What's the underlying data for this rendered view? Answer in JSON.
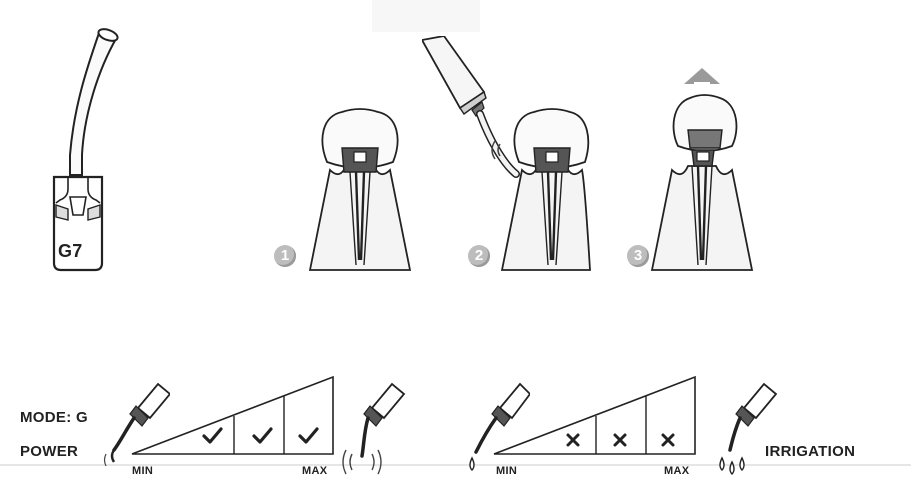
{
  "tip": {
    "label": "G7"
  },
  "steps": [
    {
      "number": "1"
    },
    {
      "number": "2"
    },
    {
      "number": "3"
    }
  ],
  "settings": {
    "mode_label": "MODE: G",
    "power_label": "POWER",
    "irrigation_label": "IRRIGATION",
    "power_scale": {
      "min_label": "MIN",
      "max_label": "MAX",
      "levels": [
        true,
        true,
        true
      ]
    },
    "irrigation_scale": {
      "min_label": "MIN",
      "max_label": "MAX",
      "levels": [
        false,
        false,
        false
      ]
    }
  },
  "colors": {
    "stroke": "#222222",
    "badge_fill": "#bdbdbd",
    "step_arrow": "#9a9a9a"
  },
  "icons": {
    "check": "check-icon",
    "cross": "cross-icon"
  }
}
